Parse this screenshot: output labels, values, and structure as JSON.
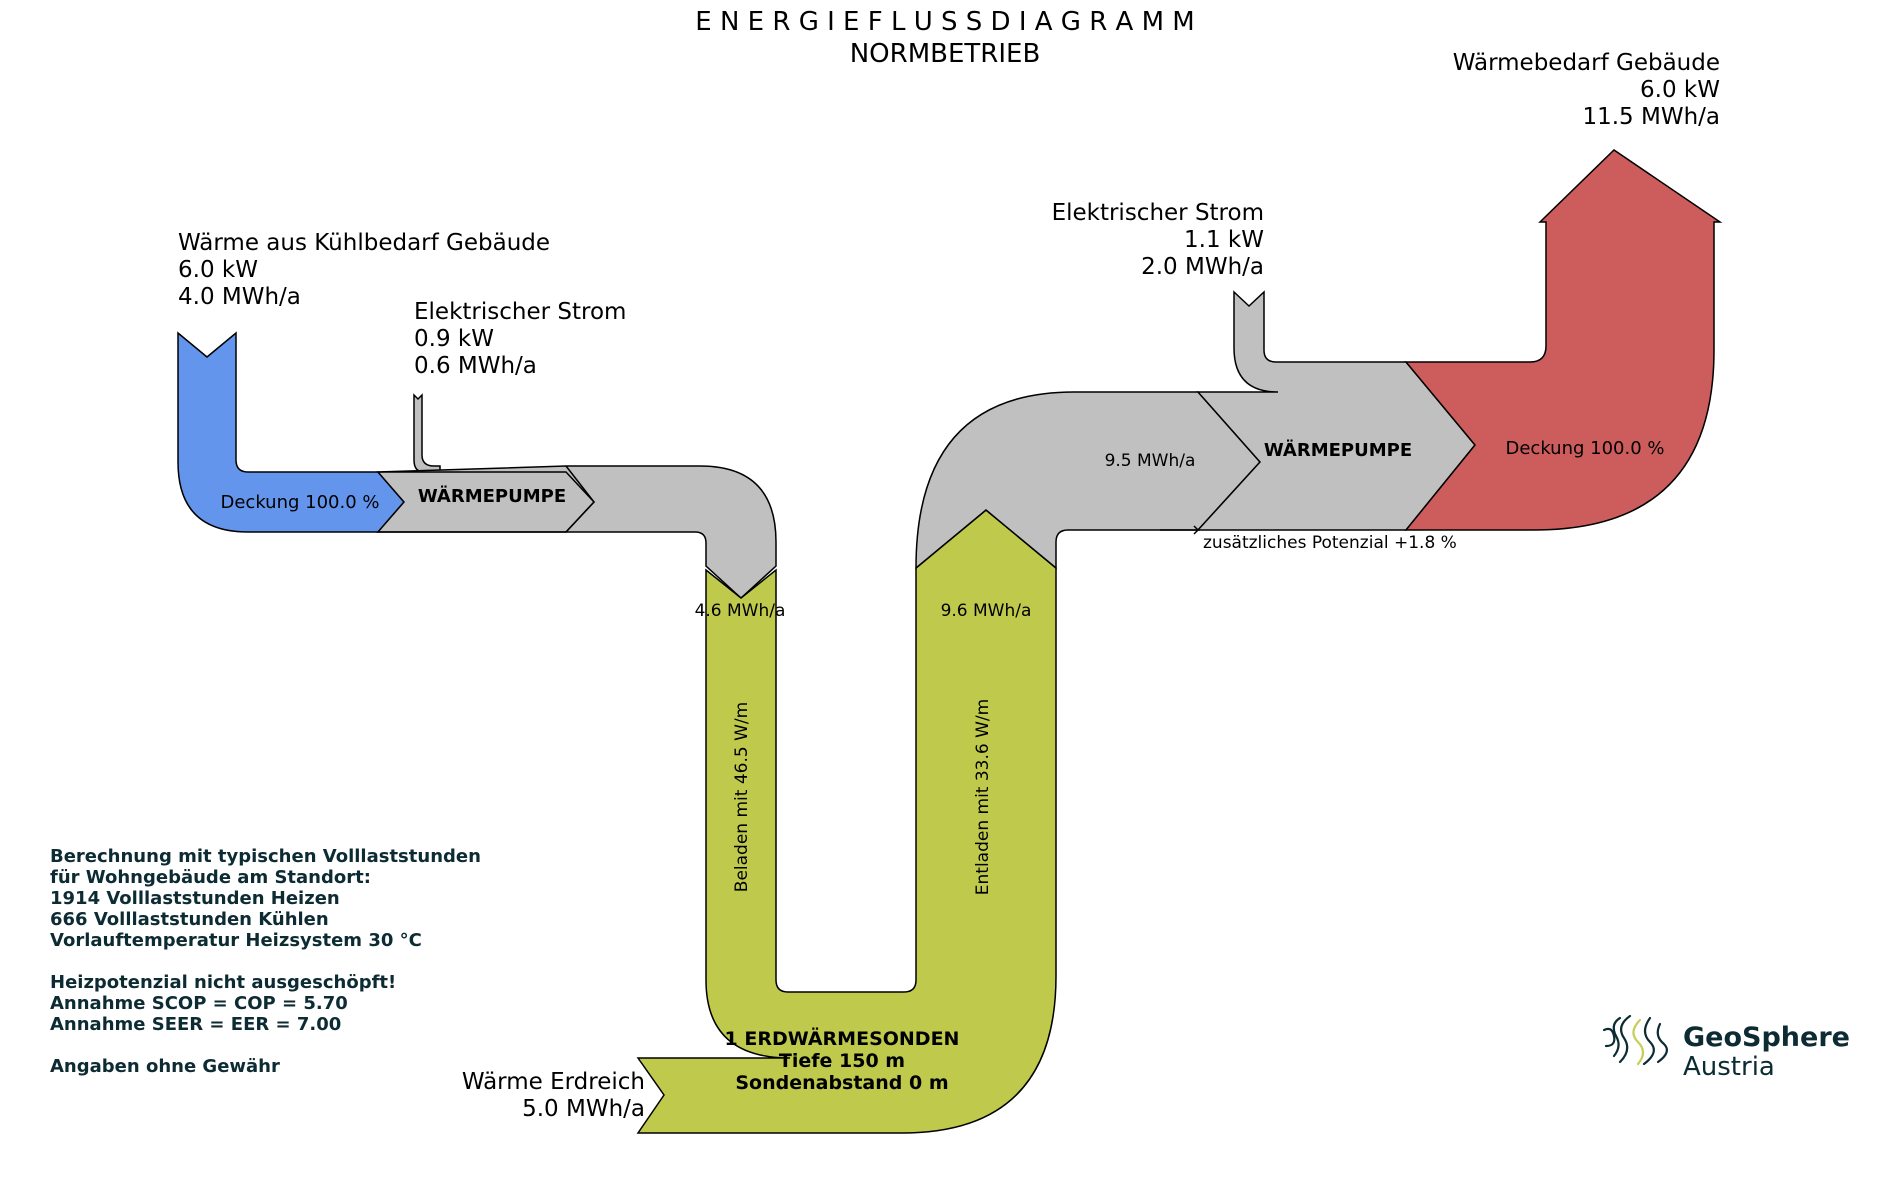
{
  "title": {
    "line1": "E N E R G I E F L U S S D I A G R A M M",
    "line2": "NORMBETRIEB"
  },
  "cooling_side": {
    "heat_source": {
      "label": "Wärme aus Kühlbedarf Gebäude",
      "power": "6.0 kW",
      "energy": "4.0 MWh/a"
    },
    "electricity": {
      "label": "Elektrischer Strom",
      "power": "0.9 kW",
      "energy": "0.6 MWh/a"
    },
    "coverage": "Deckung 100.0 %",
    "heatpump_label": "WÄRMEPUMPE",
    "to_ground": "4.6 MWh/a",
    "charge_label": "Beladen mit 46.5 W/m"
  },
  "ground": {
    "probes_line1": "1 ERDWÄRMESONDEN",
    "probes_line2": "Tiefe 150 m",
    "probes_line3": "Sondenabstand 0 m",
    "heat_label": "Wärme Erdreich",
    "heat_energy": "5.0 MWh/a"
  },
  "heating_side": {
    "from_ground": "9.6 MWh/a",
    "discharge_label": "Entladen mit 33.6 W/m",
    "into_heatpump": "9.5 MWh/a",
    "heatpump_label": "WÄRMEPUMPE",
    "electricity": {
      "label": "Elektrischer Strom",
      "power": "1.1 kW",
      "energy": "2.0 MWh/a"
    },
    "coverage": "Deckung 100.0 %",
    "potential": "zusätzliches Potenzial +1.8 %",
    "demand": {
      "label": "Wärmebedarf Gebäude",
      "power": "6.0 kW",
      "energy": "11.5 MWh/a"
    }
  },
  "notes": [
    "Berechnung mit typischen Volllaststunden",
    "für Wohngebäude am Standort:",
    "1914 Volllaststunden Heizen",
    "666 Volllaststunden Kühlen",
    "Vorlauftemperatur Heizsystem 30 °C",
    "",
    "Heizpotenzial nicht ausgeschöpft!",
    "Annahme SCOP = COP = 5.70",
    "Annahme SEER = EER = 7.00",
    "",
    "Angaben ohne Gewähr"
  ],
  "logo": {
    "line1": "GeoSphere",
    "line2": "Austria"
  },
  "colors": {
    "cooling_flow": "#6495ed",
    "electric_flow": "#c0c0c0",
    "ground_flow": "#bfca4d",
    "heating_flow": "#cd5c5c",
    "logo_text": "#0d2b33",
    "logo_accent": "#c6cf5a"
  }
}
